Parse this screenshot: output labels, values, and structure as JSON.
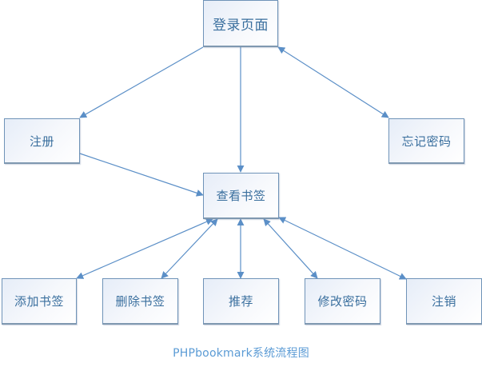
{
  "diagram": {
    "title": "PHPbookmark系统流程图",
    "colors": {
      "line": "#5b8fc7",
      "node_border": "#6f93b8",
      "text": "#3a6f9e",
      "caption": "#5b9bd5"
    },
    "nodes": {
      "login": {
        "label": "登录页面"
      },
      "register": {
        "label": "注册"
      },
      "forgot_password": {
        "label": "忘记密码"
      },
      "view_bookmarks": {
        "label": "查看书签"
      },
      "add_bookmark": {
        "label": "添加书签"
      },
      "delete_bookmark": {
        "label": "删除书签"
      },
      "recommend": {
        "label": "推荐"
      },
      "change_password": {
        "label": "修改密码"
      },
      "logout": {
        "label": "注销"
      }
    },
    "edges": [
      {
        "from": "login",
        "to": "register",
        "direction": "forward"
      },
      {
        "from": "login",
        "to": "view_bookmarks",
        "direction": "forward"
      },
      {
        "from": "login",
        "to": "forgot_password",
        "direction": "both"
      },
      {
        "from": "register",
        "to": "view_bookmarks",
        "direction": "forward"
      },
      {
        "from": "view_bookmarks",
        "to": "add_bookmark",
        "direction": "both"
      },
      {
        "from": "view_bookmarks",
        "to": "delete_bookmark",
        "direction": "both"
      },
      {
        "from": "view_bookmarks",
        "to": "recommend",
        "direction": "both"
      },
      {
        "from": "view_bookmarks",
        "to": "change_password",
        "direction": "both"
      },
      {
        "from": "view_bookmarks",
        "to": "logout",
        "direction": "both"
      }
    ]
  }
}
